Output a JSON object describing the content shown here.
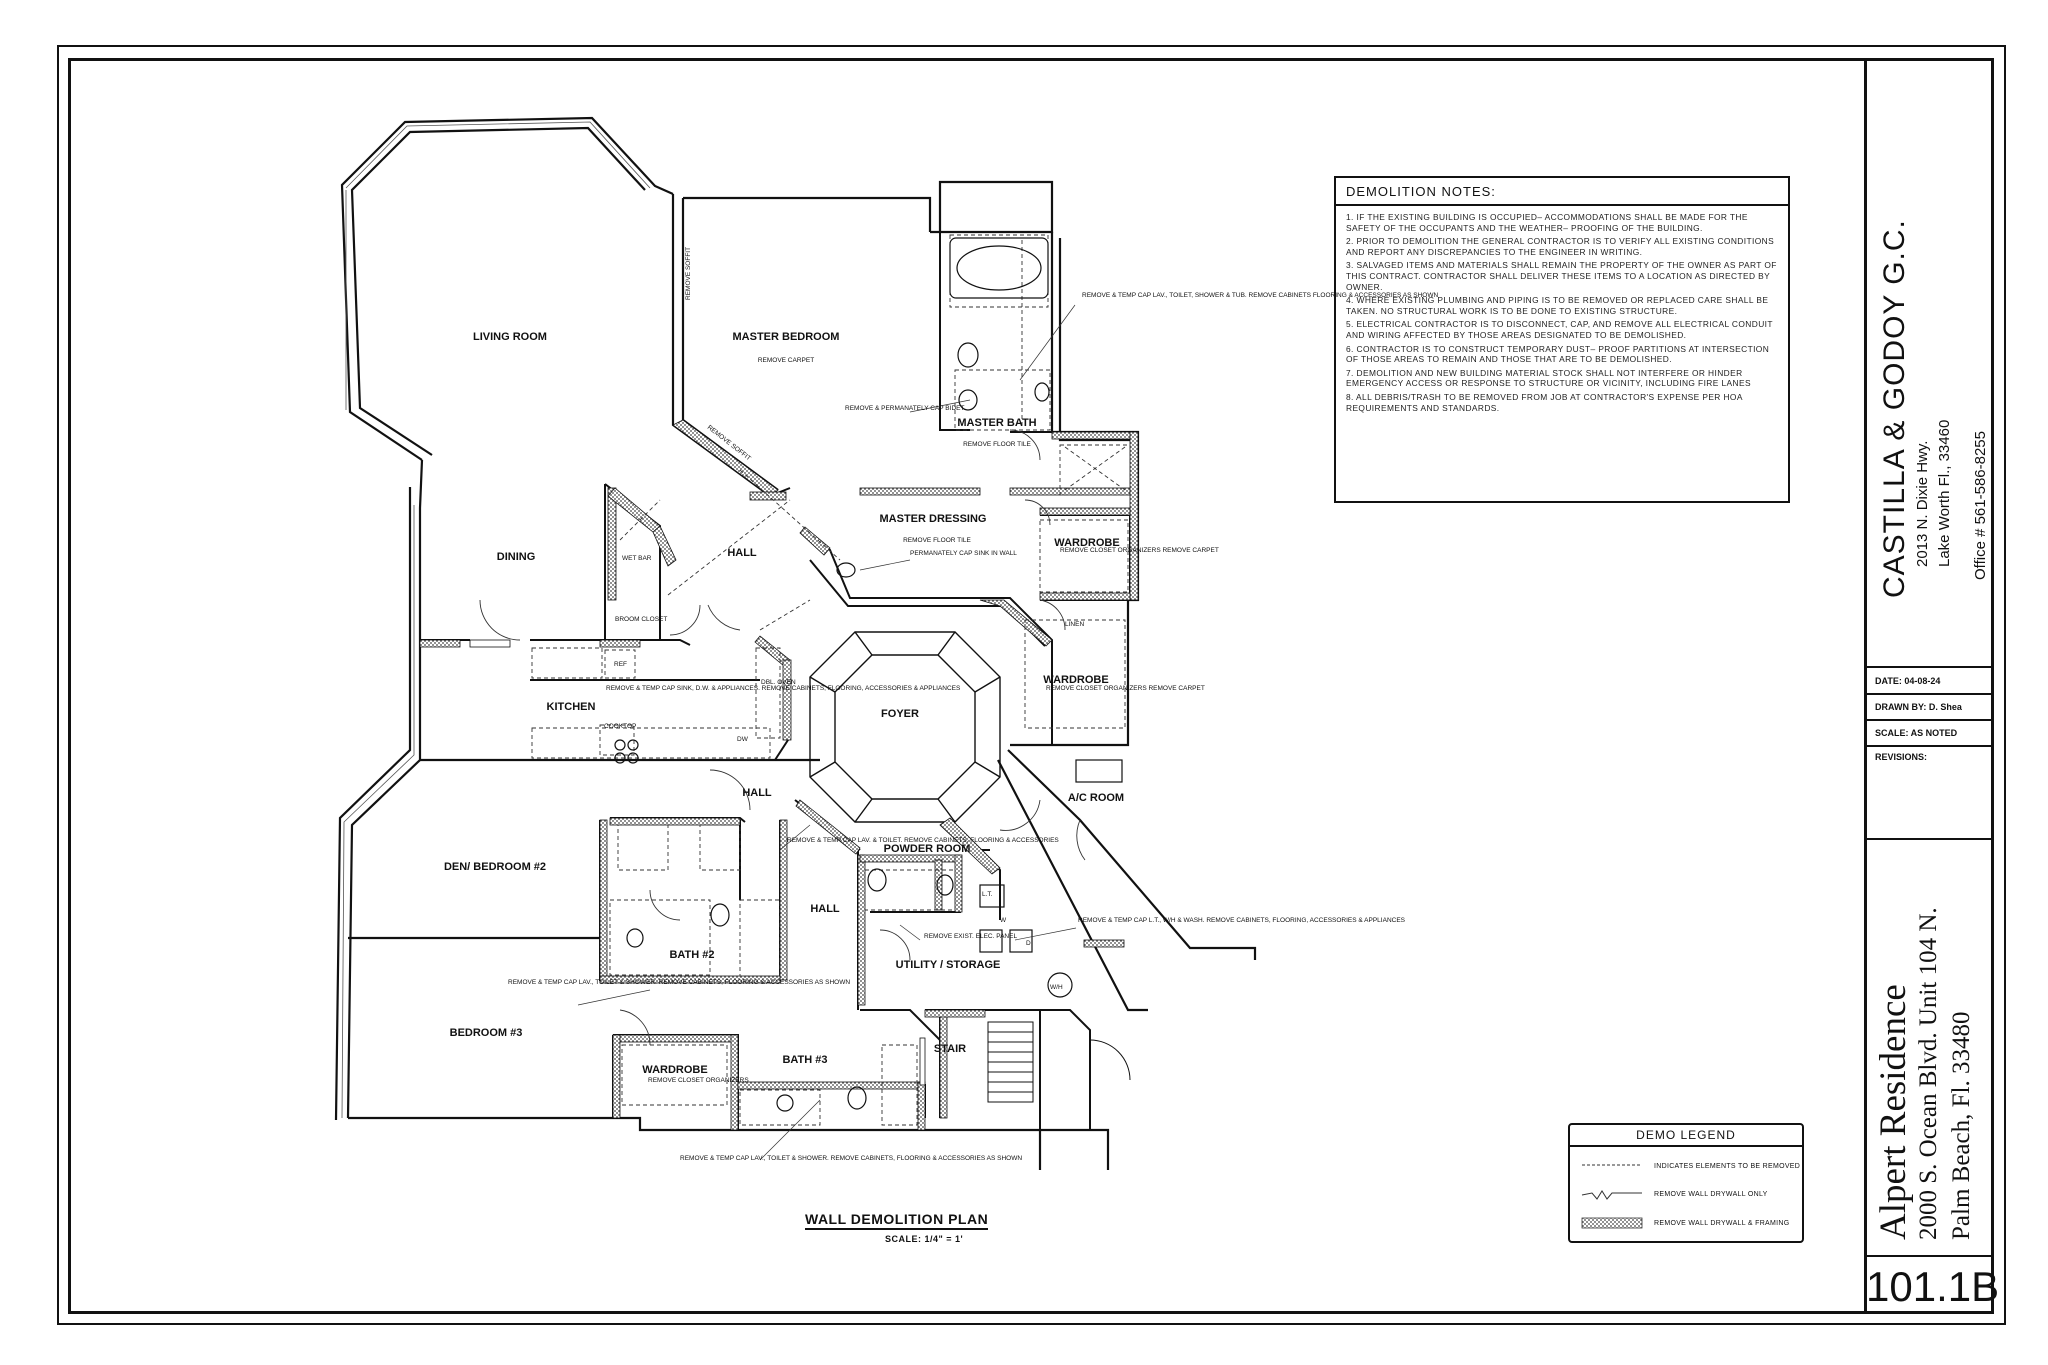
{
  "drawing": {
    "title": "WALL DEMOLITION PLAN",
    "scale": "SCALE: 1/4\" = 1'",
    "sheet_number": "101.1B"
  },
  "rooms": {
    "living_room": "LIVING ROOM",
    "master_bedroom": "MASTER BEDROOM",
    "master_bedroom_note": "REMOVE CARPET",
    "master_bath": "MASTER BATH",
    "master_bath_note": "REMOVE FLOOR TILE",
    "master_dressing": "MASTER DRESSING",
    "master_dressing_note": "REMOVE FLOOR TILE",
    "dining": "DINING",
    "hall_1": "HALL",
    "hall_2": "HALL",
    "hall_3": "HALL",
    "wet_bar": "WET BAR",
    "broom_closet": "BROOM CLOSET",
    "ref": "REF",
    "kitchen": "KITCHEN",
    "cooktop": "COOKTOP",
    "dw": "DW",
    "dbl_oven": "DBL. OVEN",
    "foyer": "FOYER",
    "wardrobe_1": "WARDROBE",
    "wardrobe_1_note": "REMOVE CLOSET ORGANIZERS REMOVE CARPET",
    "linen": "LINEN",
    "wardrobe_2": "WARDROBE",
    "wardrobe_2_note": "REMOVE CLOSET ORGANIZERS REMOVE CARPET",
    "ac_room": "A/C ROOM",
    "powder_room": "POWDER ROOM",
    "den": "DEN/ BEDROOM #2",
    "bath_2": "BATH #2",
    "utility": "UTILITY / STORAGE",
    "bedroom_3": "BEDROOM #3",
    "wardrobe_3": "WARDROBE",
    "wardrobe_3_note": "REMOVE CLOSET ORGANIZERS",
    "bath_3": "BATH #3",
    "stair": "STAIR",
    "lt": "L.T.",
    "w": "W",
    "d": "D",
    "wh": "W/H"
  },
  "annotations": {
    "soffit_1": "REMOVE SOFFIT",
    "soffit_2": "REMOVE SOFFIT",
    "master_bath_callout": "REMOVE & TEMP CAP LAV., TOILET, SHOWER & TUB. REMOVE CABINETS FLOORING & ACCESSORIES AS SHOWN",
    "bidet_callout": "REMOVE & PERMANATELY CAP BIDET",
    "sink_callout": "PERMANATELY CAP SINK IN WALL",
    "kitchen_callout": "REMOVE & TEMP CAP SINK, D.W. & APPLIANCES. REMOVE CABINETS, FLOORING, ACCESSORIES & APPLIANCES",
    "powder_callout": "REMOVE & TEMP CAP LAV. & TOILET. REMOVE CABINETS, FLOORING & ACCESSORIES",
    "elec_callout": "REMOVE EXIST. ELEC. PANEL",
    "utility_callout": "REMOVE & TEMP CAP L.T., W/H & WASH. REMOVE CABINETS, FLOORING, ACCESSORIES & APPLIANCES",
    "bath2_callout": "REMOVE & TEMP CAP LAV., TOILET & SHOWER. REMOVE CABINETS, FLOORING & ACCESSORIES AS SHOWN",
    "bath3_callout": "REMOVE & TEMP CAP LAV., TOILET & SHOWER. REMOVE CABINETS, FLOORING & ACCESSORIES AS SHOWN"
  },
  "notes": {
    "title": "DEMOLITION NOTES:",
    "items": [
      "1. IF THE EXISTING BUILDING IS OCCUPIED– ACCOMMODATIONS SHALL BE MADE FOR THE SAFETY OF THE OCCUPANTS AND THE WEATHER– PROOFING OF THE BUILDING.",
      "2. PRIOR TO DEMOLITION THE GENERAL CONTRACTOR IS TO VERIFY ALL EXISTING CONDITIONS AND REPORT ANY DISCREPANCIES TO THE ENGINEER IN WRITING.",
      "3. SALVAGED ITEMS AND MATERIALS SHALL REMAIN THE PROPERTY OF THE OWNER AS PART OF THIS CONTRACT. CONTRACTOR SHALL DELIVER THESE ITEMS TO A LOCATION AS DIRECTED BY OWNER.",
      "4. WHERE EXISTING PLUMBING AND PIPING IS TO BE REMOVED OR REPLACED CARE SHALL BE TAKEN. NO STRUCTURAL WORK IS TO BE DONE TO EXISTING STRUCTURE.",
      "5. ELECTRICAL CONTRACTOR IS TO DISCONNECT, CAP, AND REMOVE ALL ELECTRICAL CONDUIT AND WIRING AFFECTED BY THOSE AREAS DESIGNATED TO BE DEMOLISHED.",
      "6. CONTRACTOR IS TO CONSTRUCT TEMPORARY DUST– PROOF PARTITIONS AT INTERSECTION OF THOSE AREAS TO REMAIN AND THOSE THAT ARE TO BE DEMOLISHED.",
      "7. DEMOLITION AND NEW BUILDING MATERIAL STOCK SHALL NOT INTERFERE OR HINDER EMERGENCY ACCESS OR RESPONSE TO STRUCTURE OR VICINITY, INCLUDING FIRE LANES",
      "8. ALL DEBRIS/TRASH TO BE REMOVED FROM JOB AT CONTRACTOR'S EXPENSE PER HOA REQUIREMENTS AND STANDARDS."
    ]
  },
  "legend": {
    "title": "DEMO LEGEND",
    "row1": "INDICATES ELEMENTS TO BE REMOVED",
    "row2": "REMOVE WALL DRYWALL ONLY",
    "row3": "REMOVE WALL DRYWALL & FRAMING"
  },
  "title_block": {
    "firm": "CASTILLA & GODOY G.C.",
    "address": "2013 N. Dixie Hwy.",
    "city": "Lake Worth Fl., 33460",
    "office": "Office # 561-586-8255",
    "date": "DATE:  04-08-24",
    "drawn_by": "DRAWN BY: D. Shea",
    "scale": "SCALE: AS NOTED",
    "revisions": "REVISIONS:",
    "project": "Alpert Residence",
    "project_address": "2000 S. Ocean Blvd.    Unit  104 N.",
    "project_city": "Palm Beach, Fl.  33480"
  }
}
